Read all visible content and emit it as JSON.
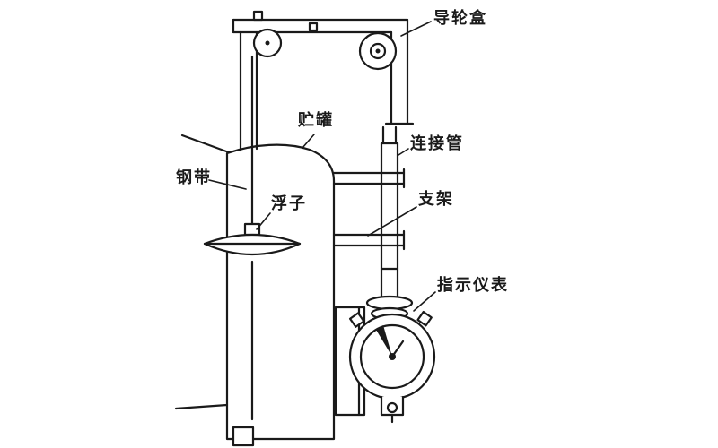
{
  "figure": {
    "type": "technical-diagram",
    "labels": {
      "guide_wheel_box": "导轮盒",
      "storage_tank": "贮罐",
      "connecting_pipe": "连接管",
      "steel_band": "钢带",
      "float": "浮子",
      "bracket": "支架",
      "indicator": "指示仪表"
    },
    "colors": {
      "ink": "#1a1a1a",
      "background": "#ffffff"
    }
  }
}
